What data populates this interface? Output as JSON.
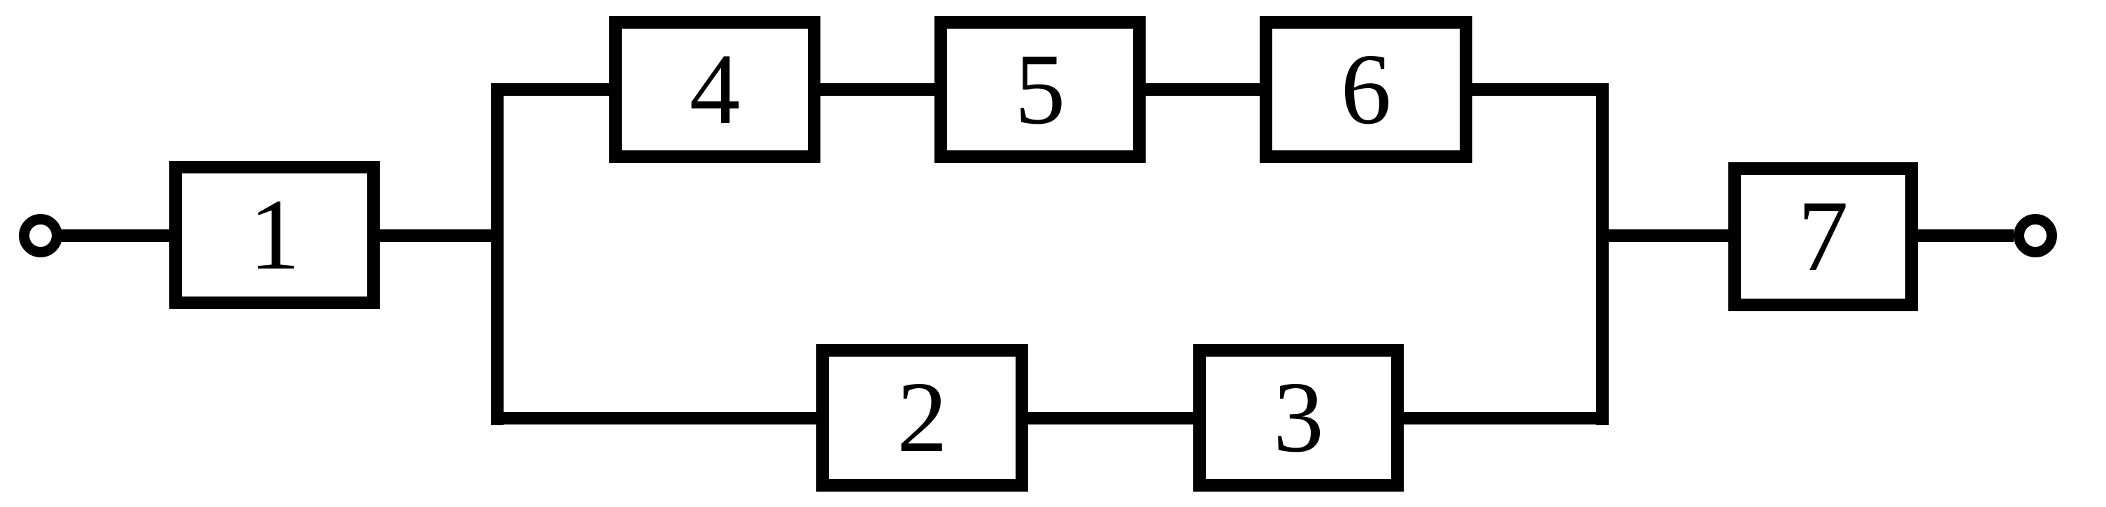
{
  "diagram": {
    "colors": {
      "line": "#000000",
      "block_fill": "#ffffff",
      "background": "#ffffff"
    },
    "blocks": [
      {
        "label": "1"
      },
      {
        "label": "2"
      },
      {
        "label": "3"
      },
      {
        "label": "4"
      },
      {
        "label": "5"
      },
      {
        "label": "6"
      },
      {
        "label": "7"
      }
    ],
    "terminals": [
      {
        "name": "input"
      },
      {
        "name": "output"
      }
    ],
    "topology": {
      "series_in": [
        "1"
      ],
      "parallel_top_branch": [
        "4",
        "5",
        "6"
      ],
      "parallel_bottom_branch": [
        "2",
        "3"
      ],
      "series_out": [
        "7"
      ]
    }
  }
}
